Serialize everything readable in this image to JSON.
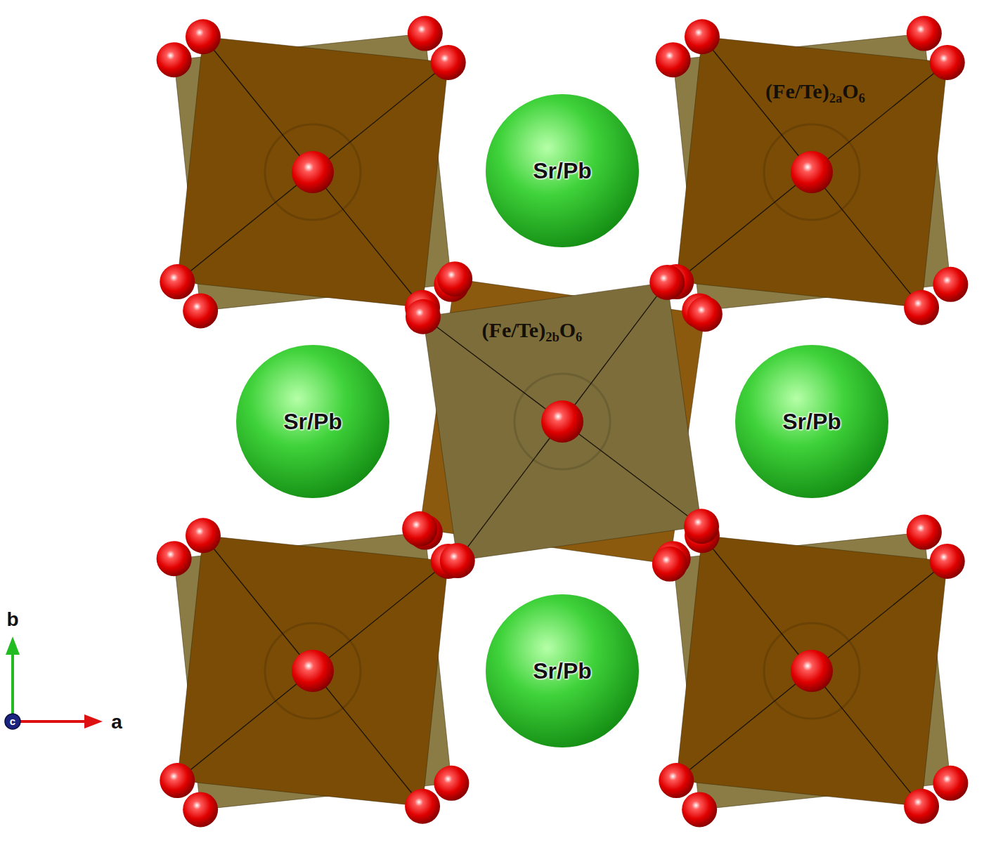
{
  "diagram": {
    "nodes": [
      {
        "text": [
          "(Fe/Te)2aO6"
        ]
      },
      {
        "text": [
          "Sr/Pb"
        ]
      },
      {
        "text": [
          "(Fe/Te)2bO6"
        ]
      },
      {
        "text": [
          "Sr/Pb"
        ]
      },
      {
        "text": [
          "Sr/Pb"
        ]
      },
      {
        "text": [
          "Sr/Pb"
        ]
      }
    ],
    "labels": [
      "b",
      "a",
      "c"
    ]
  }
}
